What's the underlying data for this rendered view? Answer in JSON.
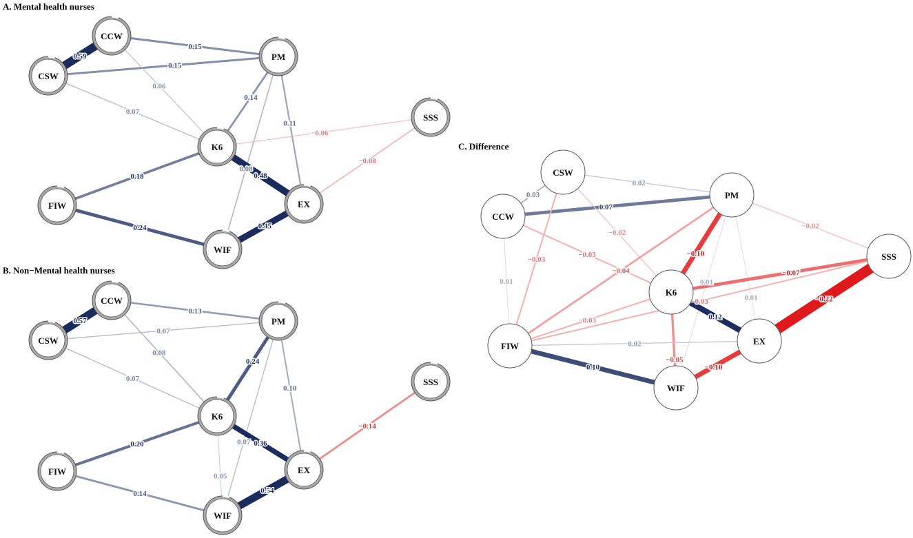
{
  "panels": [
    {
      "id": "A",
      "title": "A. Mental health nurses",
      "pie_rings": true,
      "nodes": [
        "CCW",
        "CSW",
        "PM",
        "SSS",
        "K6",
        "FIW",
        "EX",
        "WIF"
      ],
      "edges": [
        {
          "from": "CCW",
          "to": "CSW",
          "label": "0.59",
          "weight": 0.59
        },
        {
          "from": "CCW",
          "to": "PM",
          "label": "0.15",
          "weight": 0.15
        },
        {
          "from": "CSW",
          "to": "PM",
          "label": "0.15",
          "weight": 0.15
        },
        {
          "from": "CCW",
          "to": "K6",
          "label": "0.06",
          "weight": 0.06
        },
        {
          "from": "CSW",
          "to": "K6",
          "label": "0.07",
          "weight": 0.07
        },
        {
          "from": "PM",
          "to": "K6",
          "label": "0.14",
          "weight": 0.14
        },
        {
          "from": "PM",
          "to": "EX",
          "label": "0.11",
          "weight": 0.11
        },
        {
          "from": "PM",
          "to": "WIF",
          "label": "0.08",
          "weight": 0.08
        },
        {
          "from": "K6",
          "to": "SSS",
          "label": "−0.06",
          "weight": -0.06
        },
        {
          "from": "EX",
          "to": "SSS",
          "label": "−0.08",
          "weight": -0.08
        },
        {
          "from": "FIW",
          "to": "K6",
          "label": "0.18",
          "weight": 0.18
        },
        {
          "from": "K6",
          "to": "EX",
          "label": "0.48",
          "weight": 0.48
        },
        {
          "from": "FIW",
          "to": "WIF",
          "label": "0.24",
          "weight": 0.24
        },
        {
          "from": "WIF",
          "to": "EX",
          "label": "0.45",
          "weight": 0.45
        }
      ]
    },
    {
      "id": "B",
      "title": "B. Non−Mental health nurses",
      "pie_rings": true,
      "nodes": [
        "CCW",
        "CSW",
        "PM",
        "SSS",
        "K6",
        "FIW",
        "EX",
        "WIF"
      ],
      "edges": [
        {
          "from": "CCW",
          "to": "CSW",
          "label": "0.57",
          "weight": 0.57
        },
        {
          "from": "CCW",
          "to": "PM",
          "label": "0.13",
          "weight": 0.13
        },
        {
          "from": "CSW",
          "to": "PM",
          "label": "0.07",
          "weight": 0.07
        },
        {
          "from": "CCW",
          "to": "K6",
          "label": "0.08",
          "weight": 0.08
        },
        {
          "from": "CSW",
          "to": "K6",
          "label": "0.07",
          "weight": 0.07
        },
        {
          "from": "PM",
          "to": "K6",
          "label": "0.24",
          "weight": 0.24
        },
        {
          "from": "PM",
          "to": "EX",
          "label": "0.10",
          "weight": 0.1
        },
        {
          "from": "PM",
          "to": "WIF",
          "label": "0.07",
          "weight": 0.07
        },
        {
          "from": "K6",
          "to": "WIF",
          "label": "0.05",
          "weight": 0.05
        },
        {
          "from": "FIW",
          "to": "K6",
          "label": "0.20",
          "weight": 0.2
        },
        {
          "from": "K6",
          "to": "EX",
          "label": "0.36",
          "weight": 0.36
        },
        {
          "from": "EX",
          "to": "SSS",
          "label": "−0.14",
          "weight": -0.14
        },
        {
          "from": "FIW",
          "to": "WIF",
          "label": "0.14",
          "weight": 0.14
        },
        {
          "from": "WIF",
          "to": "EX",
          "label": "0.54",
          "weight": 0.54
        }
      ]
    },
    {
      "id": "C",
      "title": "C. Difference",
      "pie_rings": false,
      "nodes": [
        "CSW",
        "CCW",
        "PM",
        "SSS",
        "K6",
        "FIW",
        "EX",
        "WIF"
      ],
      "edges": [
        {
          "from": "CSW",
          "to": "CCW",
          "label": "0.03",
          "weight": 0.03
        },
        {
          "from": "CSW",
          "to": "PM",
          "label": "0.02",
          "weight": 0.02
        },
        {
          "from": "CCW",
          "to": "PM",
          "label": "0.07",
          "weight": 0.07
        },
        {
          "from": "CSW",
          "to": "K6",
          "label": "−0.02",
          "weight": -0.02
        },
        {
          "from": "CSW",
          "to": "FIW",
          "label": "−0.03",
          "weight": -0.03
        },
        {
          "from": "CCW",
          "to": "K6",
          "label": "−0.03",
          "weight": -0.03
        },
        {
          "from": "CCW",
          "to": "FIW",
          "label": "0.01",
          "weight": 0.01
        },
        {
          "from": "PM",
          "to": "SSS",
          "label": "−0.02",
          "weight": -0.02
        },
        {
          "from": "PM",
          "to": "K6",
          "label": "−0.10",
          "weight": -0.1
        },
        {
          "from": "PM",
          "to": "FIW",
          "label": "−0.04",
          "weight": -0.04
        },
        {
          "from": "PM",
          "to": "EX",
          "label": "0.01",
          "weight": 0.01
        },
        {
          "from": "PM",
          "to": "WIF",
          "label": "0.01",
          "weight": 0.01
        },
        {
          "from": "K6",
          "to": "SSS",
          "label": "−0.07",
          "weight": -0.07
        },
        {
          "from": "FIW",
          "to": "SSS",
          "label": "−0.03",
          "weight": -0.03
        },
        {
          "from": "K6",
          "to": "FIW",
          "label": "−0.03",
          "weight": -0.03
        },
        {
          "from": "K6",
          "to": "EX",
          "label": "0.12",
          "weight": 0.12
        },
        {
          "from": "EX",
          "to": "SSS",
          "label": "−0.22",
          "weight": -0.22
        },
        {
          "from": "K6",
          "to": "WIF",
          "label": "−0.05",
          "weight": -0.05
        },
        {
          "from": "FIW",
          "to": "EX",
          "label": "0.02",
          "weight": 0.02
        },
        {
          "from": "FIW",
          "to": "WIF",
          "label": "0.10",
          "weight": 0.1
        },
        {
          "from": "WIF",
          "to": "EX",
          "label": "−0.10",
          "weight": -0.1
        }
      ]
    }
  ],
  "colors": {
    "positive": "#1a2b5e",
    "negative": "#e0191c",
    "node_stroke": "#555555",
    "ring_fill": "#a9a9a9",
    "label_positive": "#1a2b5e",
    "label_negative": "#b81c1f"
  }
}
